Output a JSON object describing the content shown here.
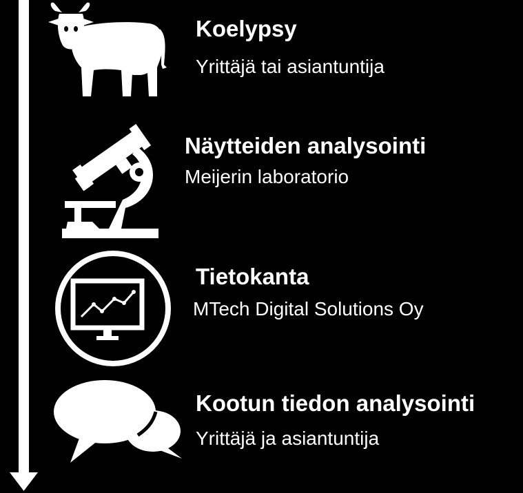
{
  "colors": {
    "background": "#000000",
    "foreground": "#ffffff"
  },
  "flow_arrow": {
    "direction": "down",
    "icon": "arrow-down-icon"
  },
  "steps": [
    {
      "title": "Koelypsy",
      "subtitle": "Yrittäjä tai asiantuntija",
      "icon": "cow-icon"
    },
    {
      "title": "Näytteiden analysointi",
      "subtitle": "Meijerin laboratorio",
      "icon": "microscope-icon"
    },
    {
      "title": "Tietokanta",
      "subtitle": "MTech Digital Solutions Oy",
      "icon": "monitor-chart-icon"
    },
    {
      "title": "Kootun tiedon analysointi",
      "subtitle": "Yrittäjä ja asiantuntija",
      "icon": "speech-bubbles-icon"
    }
  ]
}
